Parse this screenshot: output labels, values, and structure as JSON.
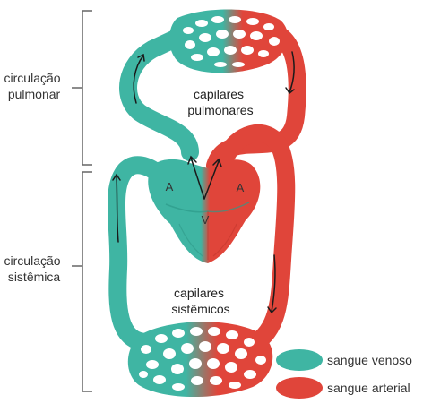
{
  "labels": {
    "pulmonary_circulation": [
      "circulação",
      "pulmonar"
    ],
    "systemic_circulation": [
      "circulação",
      "sistêmica"
    ],
    "pulmonary_capillaries": [
      "capilares",
      "pulmonares"
    ],
    "systemic_capillaries": [
      "capilares",
      "sistêmicos"
    ],
    "atrium_left_of_image": "A",
    "atrium_right_of_image": "A",
    "ventricle": "V"
  },
  "legend": [
    {
      "label": "sangue venoso",
      "color": "#3fb5a3"
    },
    {
      "label": "sangue arterial",
      "color": "#e0453a"
    }
  ],
  "colors": {
    "venous": "#3fb5a3",
    "arterial": "#e0453a",
    "venous_dark": "#2e9a89",
    "arterial_dark": "#c2372d",
    "bracket": "#666666",
    "arrow": "#1a1a1a"
  }
}
